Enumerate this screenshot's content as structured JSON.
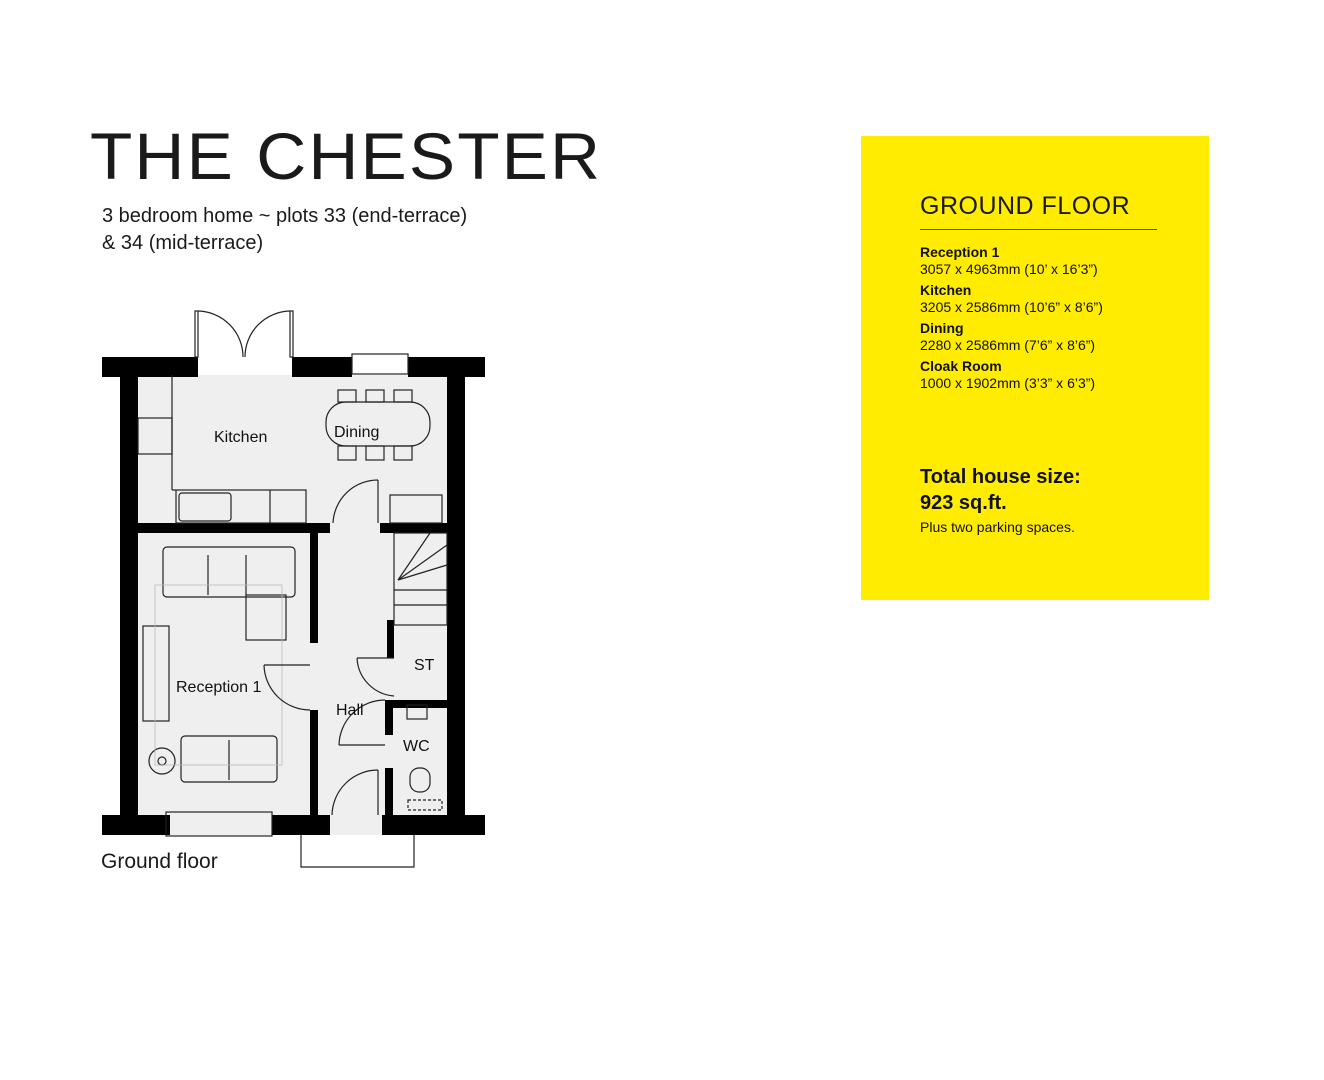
{
  "header": {
    "title": "THE CHESTER",
    "subtitle_line1": "3 bedroom home ~ plots 33 (end-terrace)",
    "subtitle_line2": "& 34 (mid-terrace)"
  },
  "plan": {
    "caption": "Ground floor",
    "room_labels": {
      "kitchen": "Kitchen",
      "dining": "Dining",
      "reception": "Reception 1",
      "hall": "Hall",
      "store": "ST",
      "wc": "WC"
    }
  },
  "panel": {
    "heading": "GROUND FLOOR",
    "background": "#ffec00",
    "rooms": [
      {
        "name": "Reception 1",
        "dims": "3057 x 4963mm (10’ x 16’3”)"
      },
      {
        "name": "Kitchen",
        "dims": "3205 x 2586mm (10’6” x 8’6”)"
      },
      {
        "name": "Dining",
        "dims": "2280 x 2586mm (7’6” x 8’6”)"
      },
      {
        "name": "Cloak Room",
        "dims": "1000 x 1902mm (3’3” x 6’3”)"
      }
    ],
    "total_label": "Total house size:",
    "total_value": "923 sq.ft.",
    "extra": "Plus two parking spaces."
  }
}
